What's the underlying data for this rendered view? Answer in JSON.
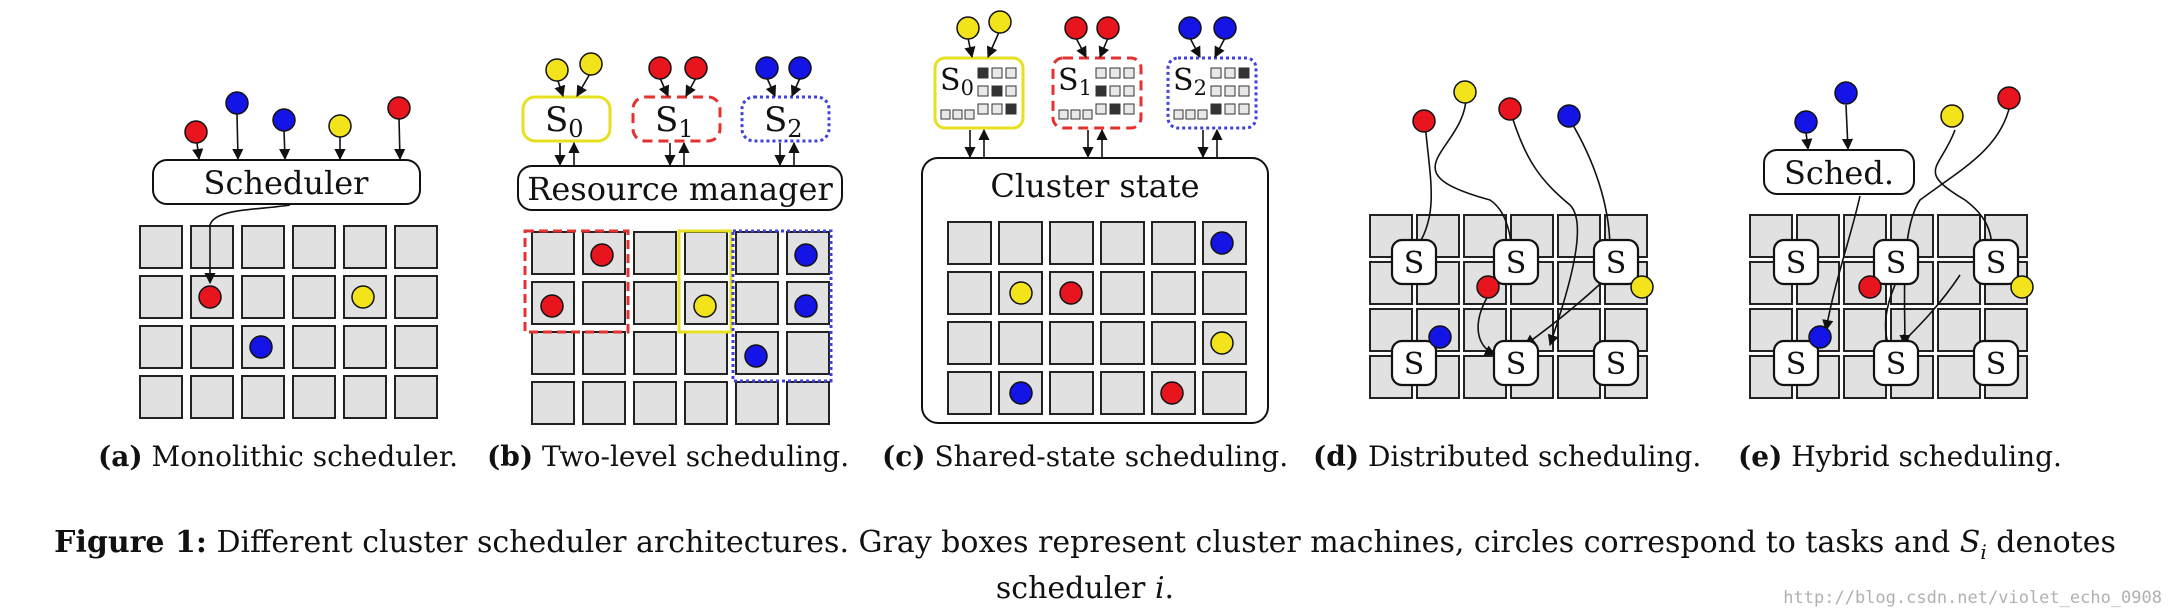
{
  "panels": [
    {
      "tag": "(a)",
      "caption": "Monolithic scheduler.",
      "box_label": "Scheduler"
    },
    {
      "tag": "(b)",
      "caption": "Two-level scheduling.",
      "box_label": "Resource manager",
      "schedulers": [
        "S",
        "S",
        "S"
      ],
      "scheduler_subs": [
        "0",
        "1",
        "2"
      ]
    },
    {
      "tag": "(c)",
      "caption": "Shared-state scheduling.",
      "box_label": "Cluster state",
      "schedulers": [
        "S",
        "S",
        "S"
      ],
      "scheduler_subs": [
        "0",
        "1",
        "2"
      ]
    },
    {
      "tag": "(d)",
      "caption": "Distributed scheduling.",
      "node_label": "S"
    },
    {
      "tag": "(e)",
      "caption": "Hybrid scheduling.",
      "box_label": "Sched.",
      "node_label": "S"
    }
  ],
  "figure": {
    "label": "Figure 1:",
    "text": "Different cluster scheduler architectures. Gray boxes represent cluster machines, circles correspond to tasks and ",
    "symbol": "S",
    "symbol_sub": "i",
    "text2": " denotes",
    "text3": "scheduler ",
    "italic": "i",
    "end": "."
  },
  "watermark": "http://blog.csdn.net/violet_echo_0908",
  "colors": {
    "red": "#e8141e",
    "blue": "#1414e6",
    "yellow": "#f2e31a",
    "machine": "#e1e1e1",
    "yellow_border": "#e6e020",
    "red_border": "#e53030",
    "blue_border": "#4040dd"
  }
}
